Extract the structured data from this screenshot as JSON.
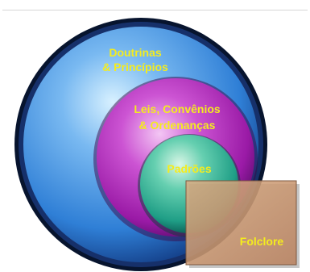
{
  "diagram": {
    "outer_circle": {
      "line1": "Doutrinas",
      "line2": "& Princípios",
      "color": "#2f7fd6"
    },
    "middle_circle": {
      "line1": "Leis, Convênios",
      "line2": "& Ordenanças",
      "color": "#9a1aa6"
    },
    "inner_circle": {
      "label": "Padrões",
      "color": "#1f9e86"
    },
    "overlay_box": {
      "label": "Folclore",
      "color": "#c9966e"
    },
    "text_color": "#f4ec1e"
  }
}
